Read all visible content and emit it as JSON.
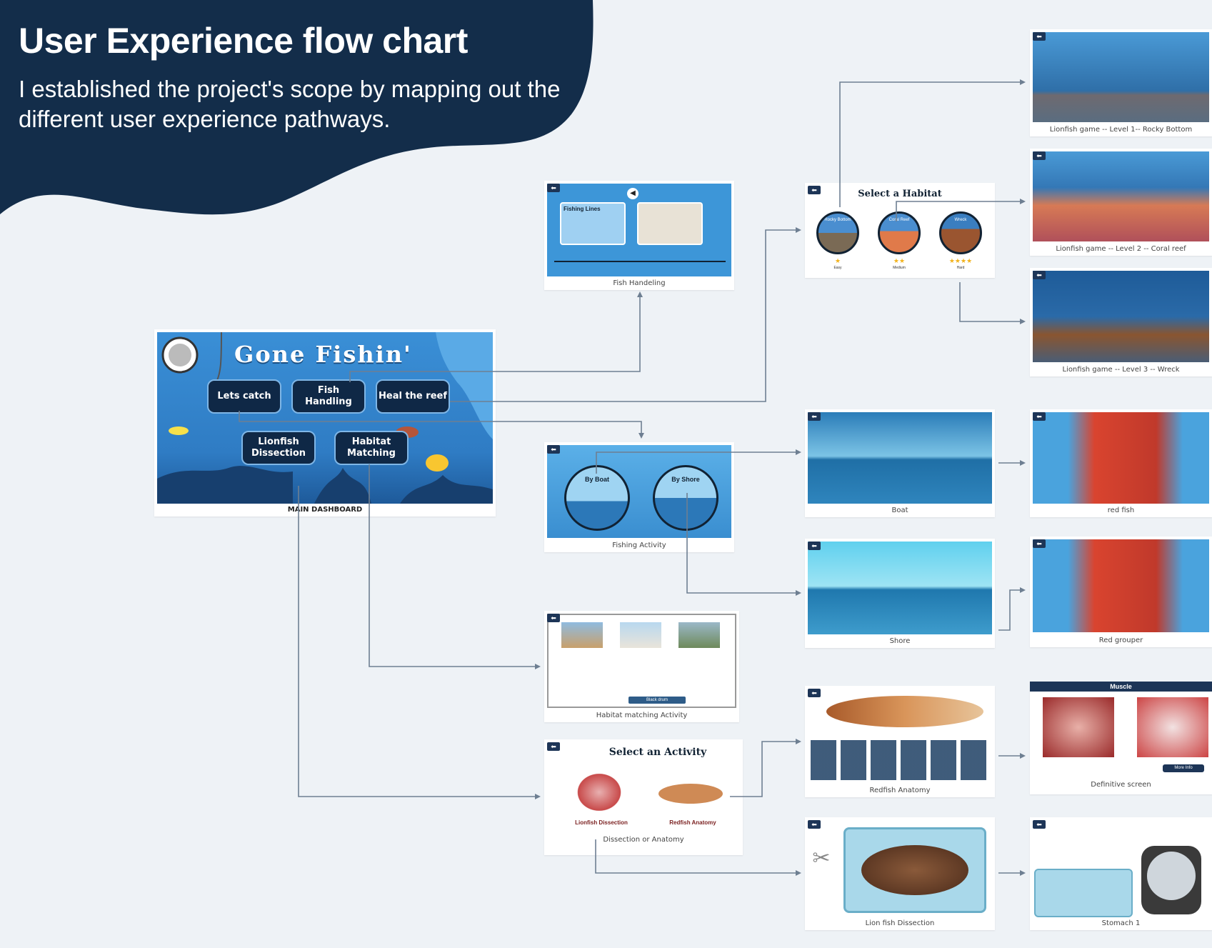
{
  "header": {
    "title": "User Experience flow chart",
    "subtitle": "I established the project's scope by mapping out the different user experience pathways."
  },
  "dashboard": {
    "caption": "MAIN DASHBOARD",
    "app_title": "Gone Fishin'",
    "buttons": {
      "lets_catch": "Lets catch",
      "fish_handling": "Fish Handling",
      "heal_reef": "Heal the reef",
      "lionfish_dissection": "Lionfish Dissection",
      "habitat_matching": "Habitat Matching"
    }
  },
  "fish_handling": {
    "caption": "Fish Handeling",
    "book_label": "Fishing Lines"
  },
  "habitat": {
    "caption": "",
    "title": "Select a Habitat",
    "options": [
      {
        "label": "Rocky Bottom",
        "level": "Easy",
        "stars": "★"
      },
      {
        "label": "Coral Reef",
        "level": "Medium",
        "stars": "★★"
      },
      {
        "label": "Wreck",
        "level": "Hard",
        "stars": "★★★★"
      }
    ]
  },
  "lionfish_levels": [
    {
      "caption": "Lionfish game -- Level 1-- Rocky Bottom"
    },
    {
      "caption": "Lionfish game -- Level 2 -- Coral reef"
    },
    {
      "caption": "Lionfish game -- Level 3 -- Wreck"
    }
  ],
  "fishing_activity": {
    "caption": "Fishing Activity",
    "by_boat": "By Boat",
    "by_shore": "By Shore"
  },
  "boat": {
    "caption": "Boat"
  },
  "shore": {
    "caption": "Shore"
  },
  "red_fish": {
    "caption": "red fish"
  },
  "red_grouper": {
    "caption": "Red grouper"
  },
  "habitat_matching": {
    "caption": "Habitat matching Activity",
    "selected": "Black drum"
  },
  "dissection": {
    "caption": "Dissection or Anatomy",
    "title": "Select an Activity",
    "lionfish": "Lionfish Dissection",
    "redfish": "Redfish Anatomy"
  },
  "redfish_anatomy": {
    "caption": "Redfish Anatomy"
  },
  "definitive": {
    "caption": "Definitive screen",
    "title": "Muscle",
    "more_info": "More Info"
  },
  "lionfish_dissection": {
    "caption": "Lion fish Dissection"
  },
  "stomach": {
    "caption": "Stomach 1"
  },
  "colors": {
    "navy": "#132d4a",
    "connector": "#6e7f92",
    "ocean": "#3f8fd4"
  }
}
